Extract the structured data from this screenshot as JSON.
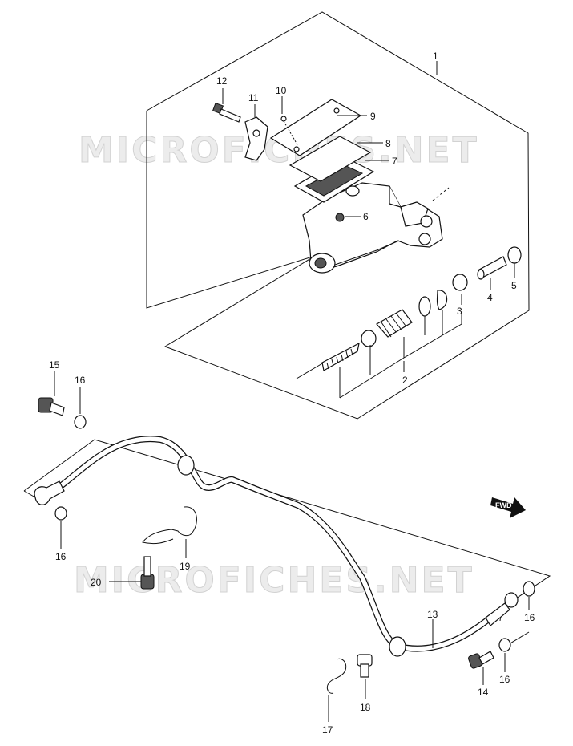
{
  "watermark": {
    "text": "MICROFICHES.NET"
  },
  "fwd": {
    "label": "FWD"
  },
  "callouts": {
    "p1": "1",
    "p2": "2",
    "p3": "3",
    "p4": "4",
    "p5": "5",
    "p6": "6",
    "p7": "7",
    "p8": "8",
    "p9": "9",
    "p10": "10",
    "p11": "11",
    "p12": "12",
    "p13": "13",
    "p14": "14",
    "p15": "15",
    "p16": "16",
    "p17": "17",
    "p18": "18",
    "p19": "19",
    "p20": "20"
  }
}
